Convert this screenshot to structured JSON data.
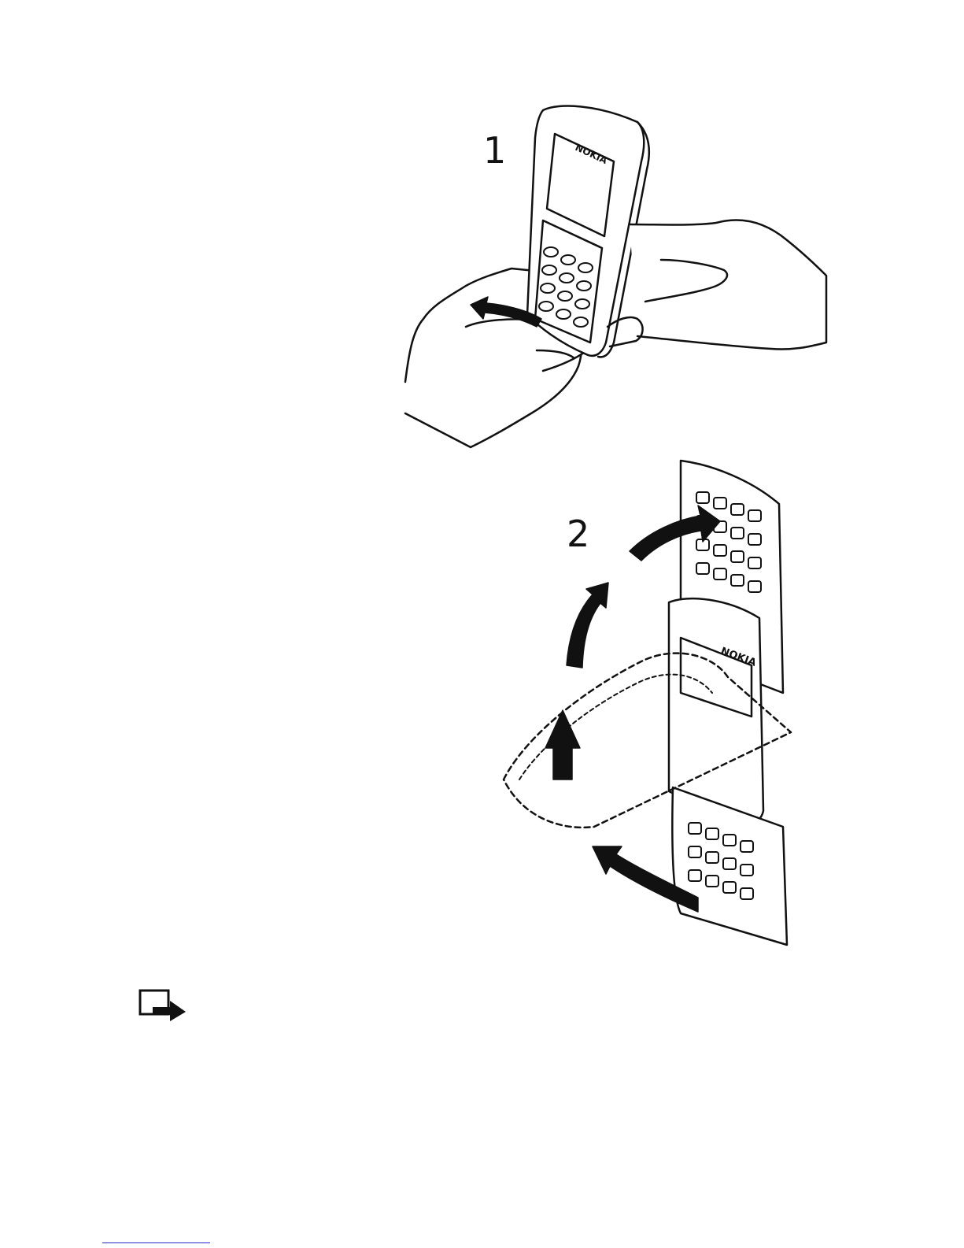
{
  "steps": {
    "step1": {
      "label": "1",
      "logo": "NOKIA"
    },
    "step2": {
      "label": "2",
      "logo": "NOKIA"
    }
  },
  "note": {
    "icon": "note-icon"
  },
  "colors": {
    "ink": "#111111",
    "link": "#2b2bd8"
  }
}
